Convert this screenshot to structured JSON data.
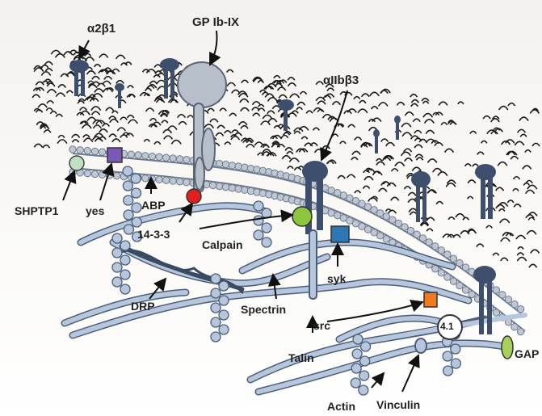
{
  "labels": {
    "a2b1": "α2β1",
    "gpib": "GP Ib-IX",
    "aiib": "αIIbβ3",
    "shptp1": "SHPTP1",
    "yes": "yes",
    "abp": "ABP",
    "p1433": "14-3-3",
    "calpain": "Calpain",
    "syk": "syk",
    "drp": "DRP",
    "spectrin": "Spectrin",
    "src": "src",
    "talin": "Talin",
    "p41": "4.1",
    "gap": "GAP",
    "actin": "Actin",
    "vinculin": "Vinculin"
  },
  "colors": {
    "receptor": "#3e4f6e",
    "membrane_head": "#bfc7d3",
    "filament": "#b6c6dc",
    "filament_edge": "#4d5e78",
    "carbohydrate": "#1a1a1a",
    "shptp1": "#bfe0c2",
    "yes": "#7a58b8",
    "p1433": "#e02020",
    "calpain": "#8cc63e",
    "syk": "#2d77b5",
    "src": "#f07a22",
    "gap": "#a8d05a",
    "p41": "#ffffff"
  }
}
